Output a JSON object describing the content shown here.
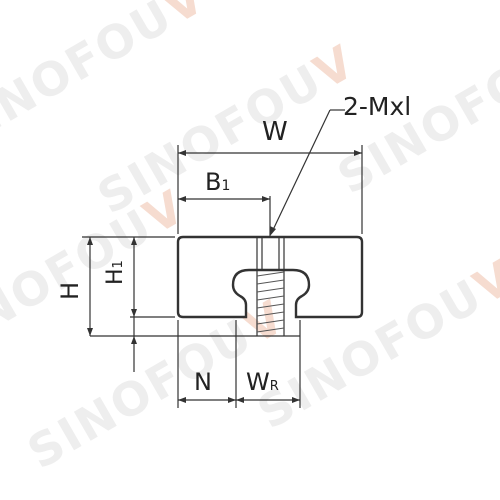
{
  "watermark": {
    "brand": "SINOFOU",
    "accent_letter": "V",
    "accent_color": "#f6dcd0"
  },
  "dimensions": {
    "width": "W",
    "b1_letter": "B",
    "b1_sub": "1",
    "height": "H",
    "h1_letter": "H",
    "h1_sub": "1",
    "n": "N",
    "wr_letter": "W",
    "wr_sub": "R",
    "thread_callout": "2-Mxl"
  },
  "colors": {
    "line": "#333333",
    "text": "#222222"
  }
}
